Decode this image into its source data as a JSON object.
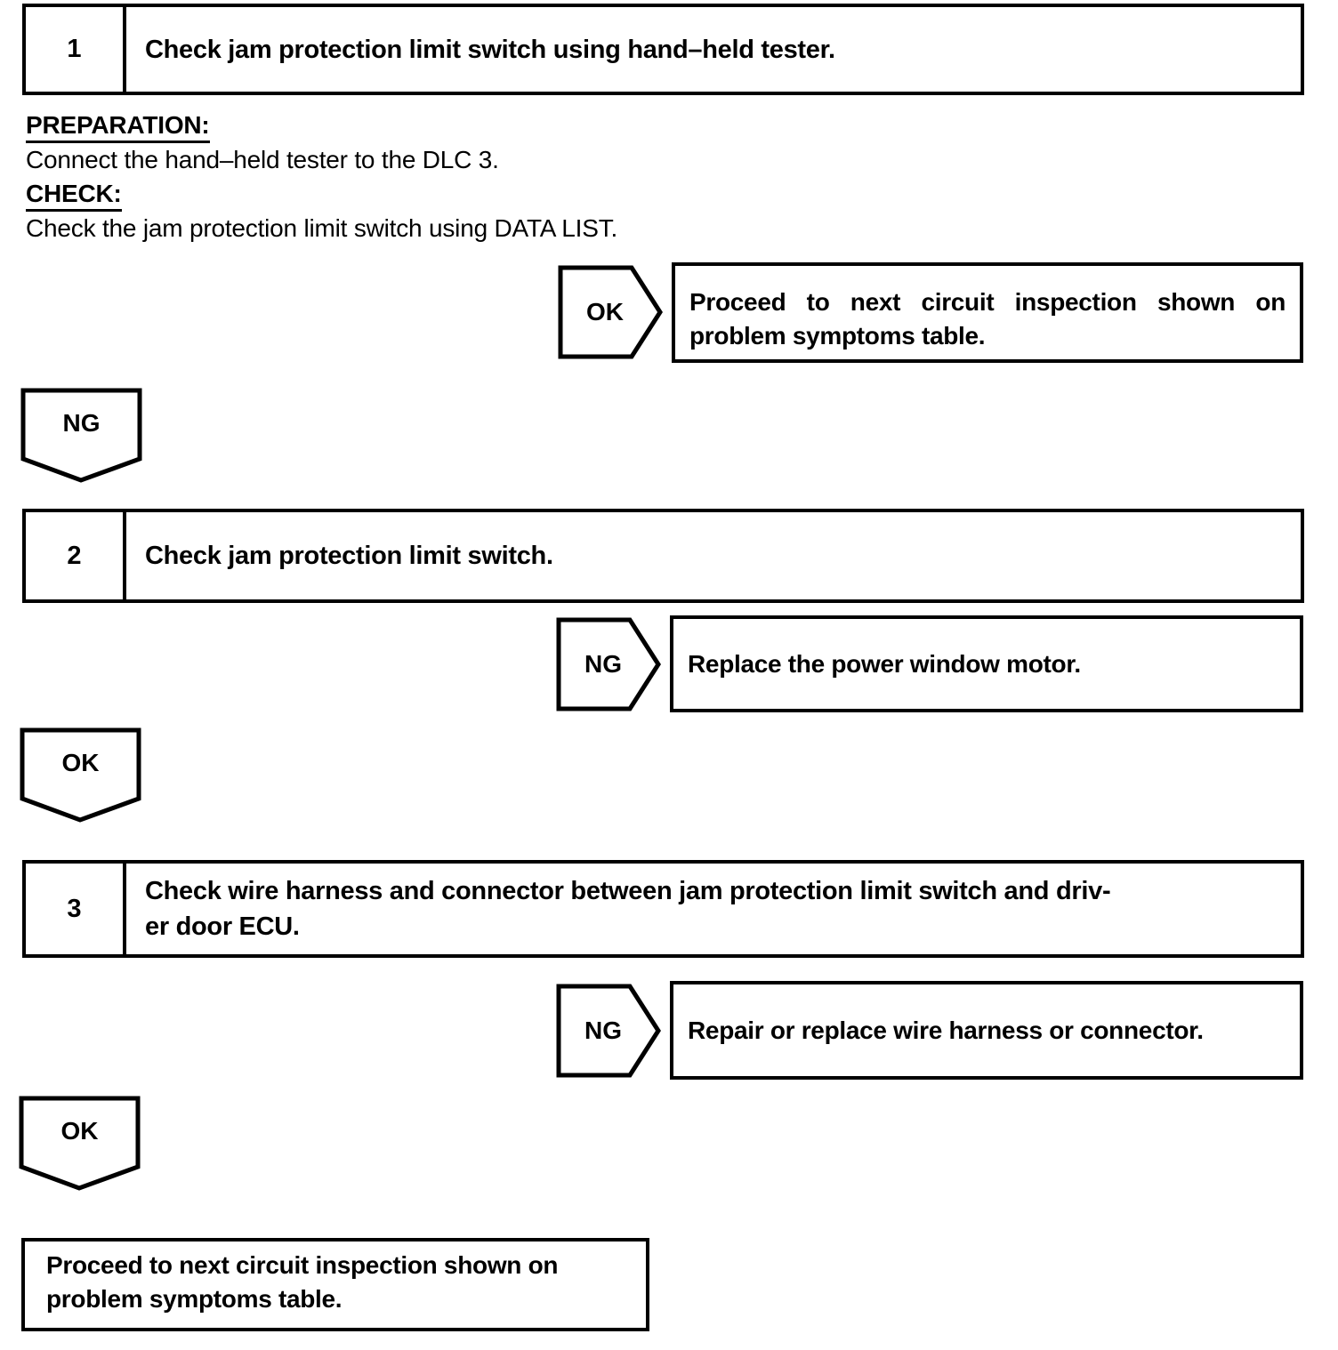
{
  "page": {
    "steps": [
      {
        "number": "1",
        "title": "Check jam protection limit switch using hand–held tester."
      },
      {
        "number": "2",
        "title": "Check jam protection limit switch."
      },
      {
        "number": "3",
        "title": "Check wire harness and connector between jam protection limit switch and driv-\ner door ECU."
      }
    ],
    "step1_details": {
      "preparation_label": "PREPARATION:",
      "preparation_text": "Connect the hand–held tester to the DLC 3.",
      "check_label": "CHECK:",
      "check_text": "Check the jam protection limit switch using DATA LIST."
    },
    "branches": [
      {
        "label": "OK",
        "result": "Proceed to next circuit inspection shown on problem symptoms table."
      },
      {
        "label": "NG",
        "result": "Replace the power window motor."
      },
      {
        "label": "NG",
        "result": "Repair or replace wire harness or connector."
      }
    ],
    "flow_markers": [
      {
        "label": "NG"
      },
      {
        "label": "OK"
      },
      {
        "label": "OK"
      }
    ],
    "final_result": "Proceed to next circuit inspection shown on\nproblem symptoms table."
  }
}
